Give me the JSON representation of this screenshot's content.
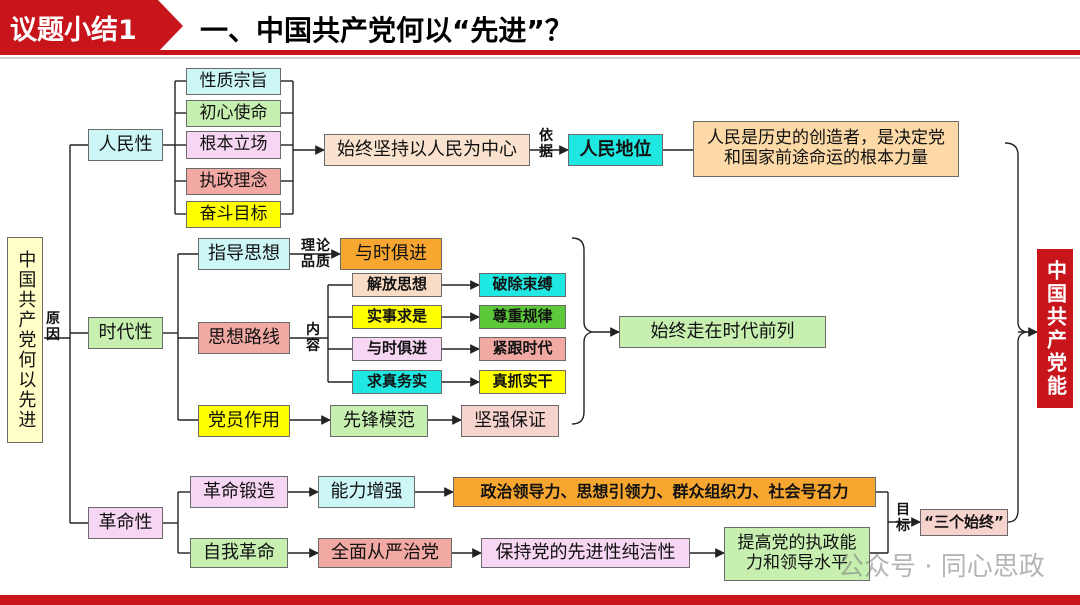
{
  "header": {
    "tag": "议题小结1",
    "title": "一、中国共产党何以“先进”？"
  },
  "root": "中国共产党何以先进",
  "reason_label": "原因",
  "people": {
    "main": "人民性",
    "items": [
      "性质宗旨",
      "初心使命",
      "根本立场",
      "执政理念",
      "奋斗目标"
    ],
    "center": "始终坚持以人民为中心",
    "basis_label": "依据",
    "status": "人民地位",
    "conclusion": "人民是历史的创造者，是决定党和国家前途命运的根本力量"
  },
  "era": {
    "main": "时代性",
    "guide": "指导思想",
    "theory_label": "理论品质",
    "theory": "与时俱进",
    "line": "思想路线",
    "content_label": "内容",
    "pairs": [
      {
        "left": "解放思想",
        "right": "破除束缚"
      },
      {
        "left": "实事求是",
        "right": "尊重规律"
      },
      {
        "left": "与时俱进",
        "right": "紧跟时代"
      },
      {
        "left": "求真务实",
        "right": "真抓实干"
      }
    ],
    "member": "党员作用",
    "pioneer": "先锋模范",
    "guarantee": "坚强保证",
    "front": "始终走在时代前列"
  },
  "revolution": {
    "main": "革命性",
    "forge": "革命锻造",
    "ability": "能力增强",
    "powers": "政治领导力、思想引领力、群众组织力、社会号召力",
    "self": "自我革命",
    "strict": "全面从严治党",
    "keep": "保持党的先进性纯洁性",
    "improve": "提高党的执政能力和领导水平",
    "goal_label": "目标",
    "three": "“三个始终”"
  },
  "result": "中国共产党能",
  "watermark": "公众号 · 同心思政",
  "colors": {
    "accent_red": "#c8141b",
    "cyan": "#cdf6f6",
    "green": "#c6efb0",
    "pink": "#f6d6f3",
    "salmon": "#f2a9a3",
    "yellow": "#ffff00",
    "orange": "#f7a630",
    "teal": "#1fe8e2"
  }
}
